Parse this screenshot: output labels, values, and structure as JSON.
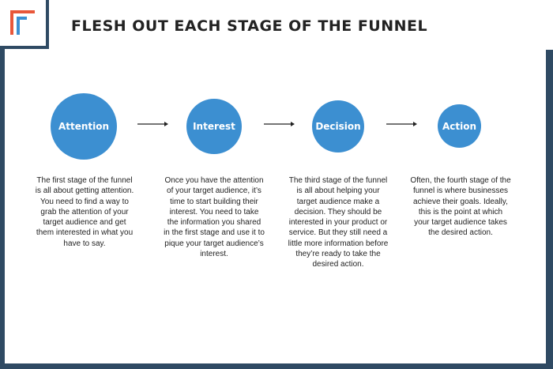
{
  "title": "FLESH OUT EACH STAGE OF THE FUNNEL",
  "colors": {
    "frame": "#2f4a63",
    "circle": "#3c8fd1",
    "logo_accent": "#e8573a",
    "logo_secondary": "#3c8fd1"
  },
  "logo": {
    "icon": "corner-bracket-logo"
  },
  "stages": [
    {
      "label": "Attention",
      "description": "The first stage of the funnel is all about getting attention. You need to find a way to grab the attention of your target audience and get them interested in what you have to say."
    },
    {
      "label": "Interest",
      "description": "Once you have the attention of your target audience, it’s time to start building their interest. You need to take the information you shared in the first stage and use it to pique your target audience’s interest."
    },
    {
      "label": "Decision",
      "description": "The third stage of the funnel is all about helping your target audience make a decision. They should be interested in your product or service. But they still need a little more information before they’re ready to take the desired action."
    },
    {
      "label": "Action",
      "description": "Often, the fourth stage of the funnel is where businesses achieve their goals. Ideally, this is the point at which your target audience takes the desired action."
    }
  ]
}
